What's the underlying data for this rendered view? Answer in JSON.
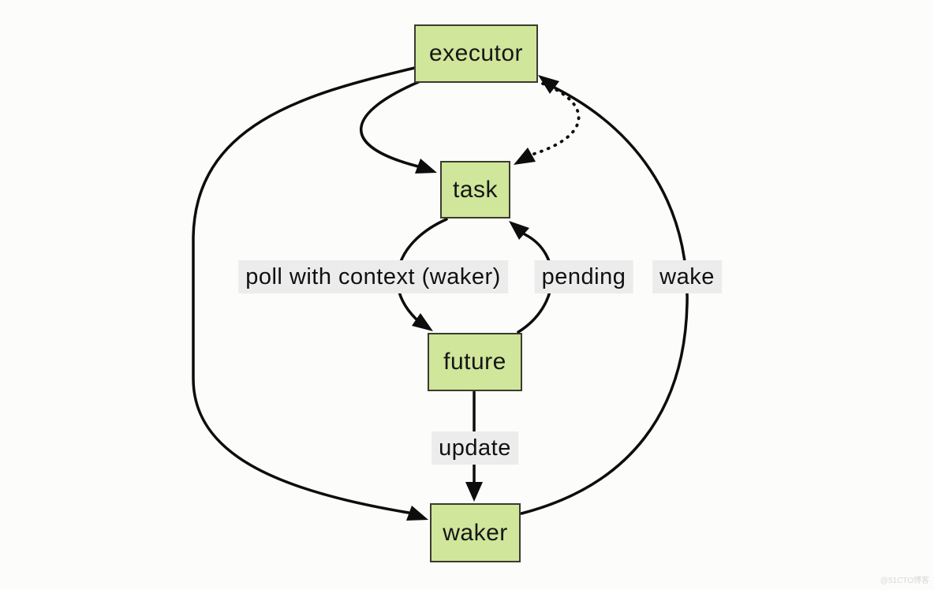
{
  "diagram": {
    "nodes": [
      {
        "id": "executor",
        "label": "executor"
      },
      {
        "id": "task",
        "label": "task"
      },
      {
        "id": "future",
        "label": "future"
      },
      {
        "id": "waker",
        "label": "waker"
      }
    ],
    "edges": [
      {
        "from": "executor",
        "to": "task",
        "style": "solid",
        "label": ""
      },
      {
        "from": "executor",
        "to": "task",
        "style": "dotted",
        "label": ""
      },
      {
        "from": "task",
        "to": "future",
        "style": "solid",
        "label": "poll with context (waker)"
      },
      {
        "from": "future",
        "to": "task",
        "style": "solid",
        "label": "pending"
      },
      {
        "from": "future",
        "to": "waker",
        "style": "solid",
        "label": "update"
      },
      {
        "from": "executor",
        "to": "waker",
        "style": "solid",
        "label": ""
      },
      {
        "from": "waker",
        "to": "executor",
        "style": "solid",
        "label": "wake"
      }
    ],
    "colors": {
      "node_fill": "#cfe69b",
      "node_border": "#3b3b2e",
      "arrow": "#0d0d0d",
      "label_bg": "#ececec",
      "background": "#fcfcfb"
    }
  },
  "watermark": {
    "text": "@51CTO博客"
  }
}
